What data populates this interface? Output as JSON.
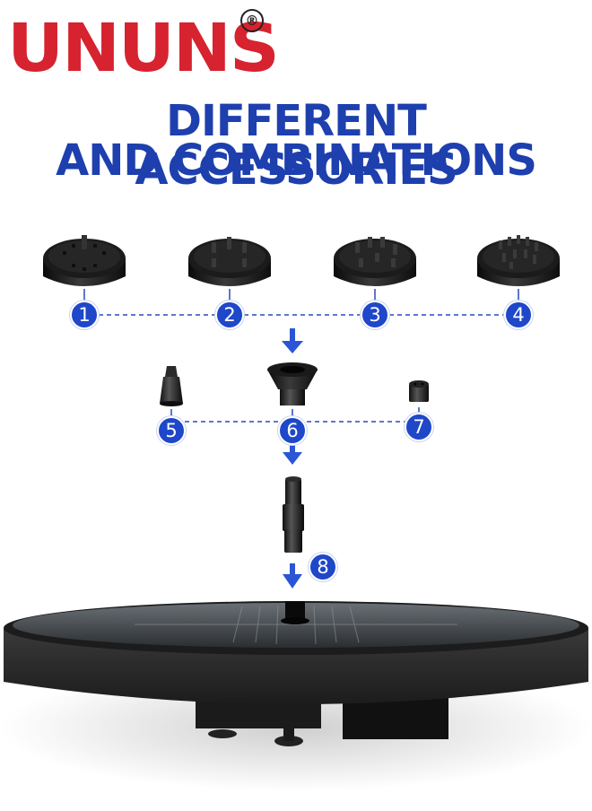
{
  "brand": {
    "logo_text": "UNUNS",
    "registered_mark": "®",
    "color": "#d6232f"
  },
  "headline": {
    "line1": "DIFFERENT ACCESSORIES",
    "line2": "AND COMBINATIONS",
    "color": "#1e3fae"
  },
  "labels": {
    "n1": "1",
    "n2": "2",
    "n3": "3",
    "n4": "4",
    "n5": "5",
    "n6": "6",
    "n7": "7",
    "n8": "8"
  },
  "colors": {
    "badge": "#1f47c9",
    "product": "#1a1a1a",
    "dash": "#2b48b8"
  },
  "icons": [
    "arrow-down-icon",
    "nozzle-disc-icon",
    "solar-panel-icon"
  ]
}
